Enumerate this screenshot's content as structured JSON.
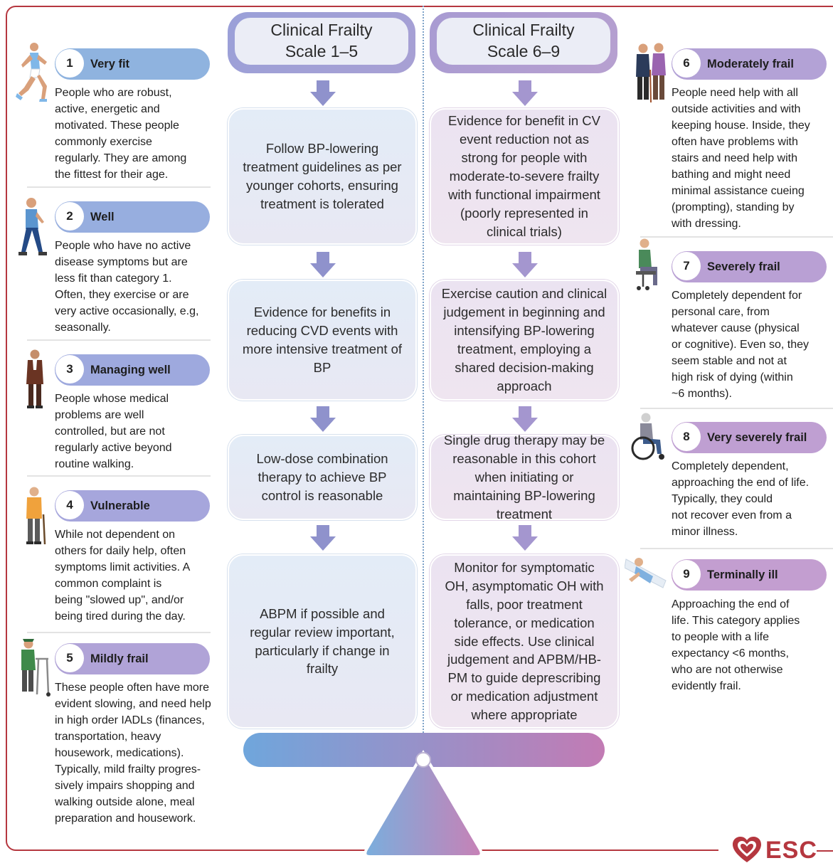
{
  "headers": {
    "left": "Clinical Frailty\nScale 1–5",
    "right": "Clinical Frailty\nScale 6–9"
  },
  "left_boxes": [
    "Follow BP-lowering treatment guidelines as per younger cohorts, ensuring treatment is tolerated",
    "Evidence for benefits in reducing CVD events with more intensive treatment of BP",
    "Low-dose combination therapy to achieve BP control is reasonable",
    "ABPM if possible and regular review important, particularly if change in frailty"
  ],
  "right_boxes": [
    "Evidence for benefit in CV event reduction not as strong for people with moderate-to-severe frailty with functional impairment (poorly represented in clinical trials)",
    "Exercise caution and clinical judgement in beginning and intensifying BP-lowering treatment, employing a shared decision-making approach",
    "Single drug therapy may be reasonable in this cohort when initiating or maintaining BP-lowering treatment",
    "Monitor for symptomatic OH, asymptomatic OH with falls, poor treatment tolerance, or medication side effects. Use clinical judgement and APBM/HB-PM to guide deprescribing or medication adjustment where appropriate"
  ],
  "categories_left": [
    {
      "num": "1",
      "label": "Very fit",
      "desc": "People who are robust,\nactive, energetic and\nmotivated. These people\ncommonly exercise\nregularly. They are among\nthe fittest for their age."
    },
    {
      "num": "2",
      "label": "Well",
      "desc": "People who have no active\ndisease symptoms but are\nless fit than category 1.\nOften, they exercise or are\nvery active occasionally, e.g,\nseasonally."
    },
    {
      "num": "3",
      "label": "Managing well",
      "desc": "People whose medical\nproblems are well\ncontrolled, but are not\nregularly active beyond\nroutine walking."
    },
    {
      "num": "4",
      "label": "Vulnerable",
      "desc": "While not dependent on\nothers for daily help, often\nsymptoms limit activities. A\ncommon complaint is\nbeing \"slowed up\", and/or\nbeing tired during the day."
    },
    {
      "num": "5",
      "label": "Mildly frail",
      "desc": "These people often have more\nevident slowing, and need help\nin high order IADLs (finances,\ntransportation, heavy\nhousework, medications).\nTypically, mild frailty progres-\nsively impairs shopping and\nwalking outside alone, meal\npreparation and housework."
    }
  ],
  "categories_right": [
    {
      "num": "6",
      "label": "Moderately frail",
      "desc": "People need help with all\noutside activities and with\nkeeping house. Inside, they\noften have problems with\nstairs and need help with\nbathing and might need\nminimal assistance cueing\n(prompting), standing by\nwith dressing."
    },
    {
      "num": "7",
      "label": "Severely frail",
      "desc": "Completely dependent for\npersonal care, from\nwhatever cause (physical\nor cognitive). Even so, they\nseem stable and not at\nhigh risk of dying (within\n~6 months)."
    },
    {
      "num": "8",
      "label": "Very severely frail",
      "desc": "Completely dependent,\napproaching the end of life.\nTypically, they could\nnot recover even from a\nminor illness."
    },
    {
      "num": "9",
      "label": "Terminally ill",
      "desc": "Approaching the end of\nlife. This category applies\nto people with a life\nexpectancy <6 months,\nwho are not otherwise\nevidently frail."
    }
  ],
  "logo": {
    "text": "ESC"
  },
  "colors": {
    "border": "#b5373f",
    "blue": "#8fb3df",
    "purple": "#b8a2d2",
    "arrow": "#8f92cc",
    "balance_left": "#6fa6dc",
    "balance_right": "#c27bb4"
  }
}
